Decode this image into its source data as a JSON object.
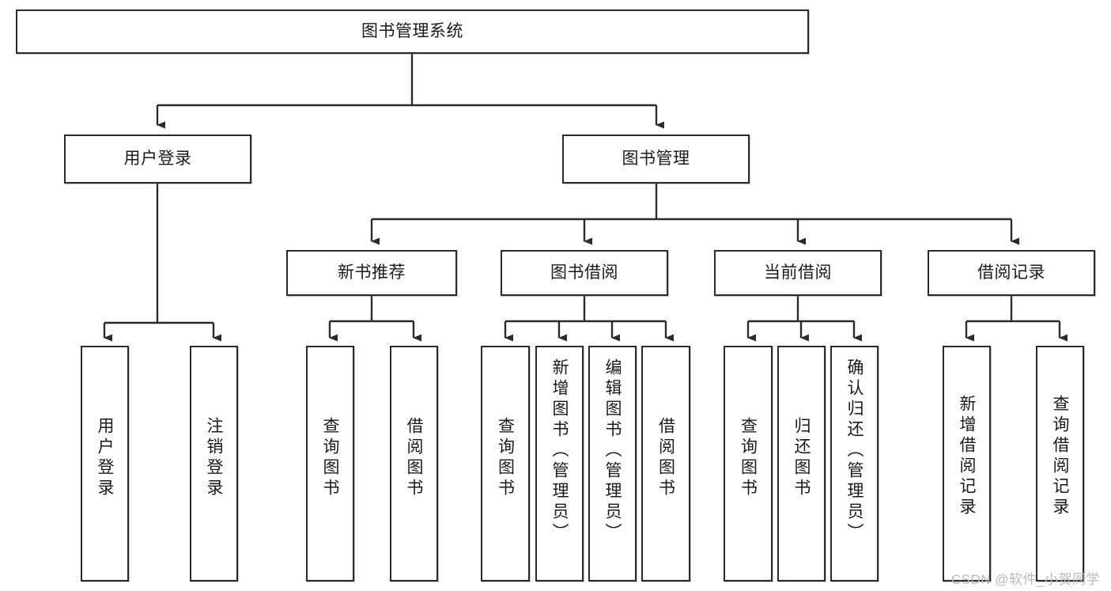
{
  "diagram": {
    "title": "图书管理系统",
    "type": "tree-hierarchy-diagram",
    "colors": {
      "box_border": "#2b2b2b",
      "box_fill": "#ffffff",
      "connector": "#2b2b2b",
      "text": "#1a1a1a",
      "watermark": "#b9b9b9"
    },
    "root": {
      "label": "图书管理系统"
    },
    "level2": [
      {
        "label": "用户登录"
      },
      {
        "label": "图书管理"
      }
    ],
    "level3": [
      {
        "label": "新书推荐"
      },
      {
        "label": "图书借阅"
      },
      {
        "label": "当前借阅"
      },
      {
        "label": "借阅记录"
      }
    ],
    "leaves_user_login": [
      {
        "label": "用户登录"
      },
      {
        "label": "注销登录"
      }
    ],
    "leaves_new_book": [
      {
        "label": "查询图书"
      },
      {
        "label": "借阅图书"
      }
    ],
    "leaves_borrow": [
      {
        "label": "查询图书"
      },
      {
        "label": "新增图书（管理员）"
      },
      {
        "label": "编辑图书（管理员）"
      },
      {
        "label": "借阅图书"
      }
    ],
    "leaves_current": [
      {
        "label": "查询图书"
      },
      {
        "label": "归还图书"
      },
      {
        "label": "确认归还（管理员）"
      }
    ],
    "leaves_record": [
      {
        "label": "新增借阅记录"
      },
      {
        "label": "查询借阅记录"
      }
    ]
  },
  "watermark": "CSDN @软件_小贺同学"
}
